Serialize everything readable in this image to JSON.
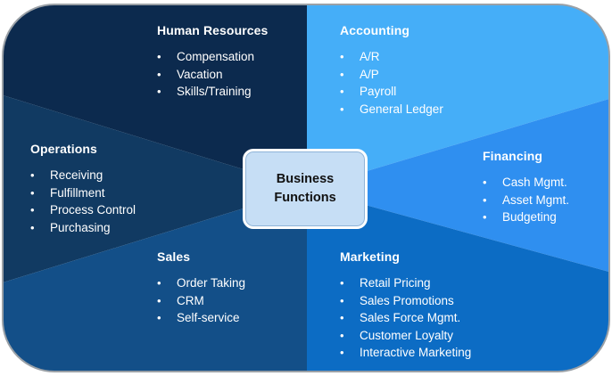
{
  "center": {
    "line1": "Business",
    "line2": "Functions"
  },
  "sections": {
    "hr": {
      "title": "Human Resources",
      "items": [
        "Compensation",
        "Vacation",
        "Skills/Training"
      ]
    },
    "accounting": {
      "title": "Accounting",
      "items": [
        "A/R",
        "A/P",
        "Payroll",
        "General Ledger"
      ]
    },
    "operations": {
      "title": "Operations",
      "items": [
        "Receiving",
        "Fulfillment",
        "Process Control",
        "Purchasing"
      ]
    },
    "financing": {
      "title": "Financing",
      "items": [
        "Cash Mgmt.",
        "Asset Mgmt.",
        "Budgeting"
      ]
    },
    "sales": {
      "title": "Sales",
      "items": [
        "Order Taking",
        "CRM",
        "Self-service"
      ]
    },
    "marketing": {
      "title": "Marketing",
      "items": [
        "Retail Pricing",
        "Sales Promotions",
        "Sales Force Mgmt.",
        "Customer Loyalty",
        "Interactive Marketing"
      ]
    }
  },
  "bullet": "•",
  "colors": {
    "hr": "#0c2a4e",
    "accounting": "#45aef8",
    "operations": "#113a62",
    "financing": "#2f8ff0",
    "sales": "#134f88",
    "marketing": "#0c6cc4",
    "center_fill": "#c6def5",
    "border": "#9aa0a6"
  }
}
